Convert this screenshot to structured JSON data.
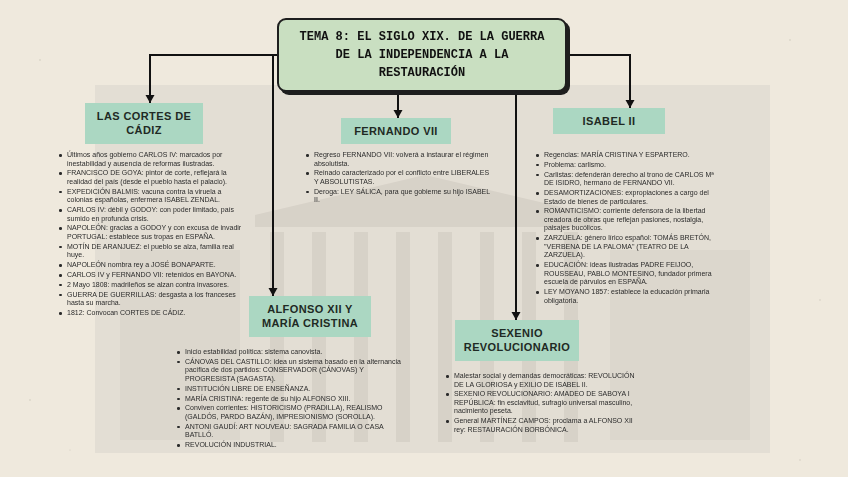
{
  "diagram": {
    "nodes": [
      {
        "text": [
          "TEMA 8: EL SIGLO XIX. DE LA GUERRA DE LA INDEPENDENCIA A LA RESTAURACIÓN"
        ]
      },
      {
        "text": [
          "LAS CORTES DE CÁDIZ"
        ]
      },
      {
        "text": [
          "FERNANDO VII"
        ]
      },
      {
        "text": [
          "ISABEL II"
        ]
      },
      {
        "text": [
          "ALFONSO XII Y MARÍA CRISTINA"
        ]
      },
      {
        "text": [
          "SEXENIO REVOLUCIONARIO"
        ]
      }
    ],
    "edges": [
      {
        "from": 0,
        "to": 1,
        "arrow": "to"
      },
      {
        "from": 0,
        "to": 2,
        "arrow": "to"
      },
      {
        "from": 0,
        "to": 3,
        "arrow": "to"
      },
      {
        "from": 0,
        "to": 4,
        "arrow": "to"
      },
      {
        "from": 0,
        "to": 5,
        "arrow": "to"
      }
    ],
    "labels": [
      "Últimos años gobierno CARLOS IV: marcados por inestabilidad y ausencia de reformas ilustradas.",
      "FRANCISCO DE GOYA: pintor de corte, reflejará la realidad del país (desde el pueblo hasta el palacio).",
      "EXPEDICIÓN BALMIS: vacuna contra la viruela a colonias españolas, enfermera ISABEL ZENDAL.",
      "CARLOS IV: débil y GODOY: con poder limitado, país sumido en profunda crisis.",
      "NAPOLEÓN: gracias a GODOY y con excusa de invadir PORTUGAL: establece sus tropas en ESPAÑA.",
      "MOTÍN DE ARANJUEZ: el pueblo se alza, familia real huye.",
      "NAPOLEÓN nombra rey a JOSÉ BONAPARTE.",
      "CARLOS IV y FERNANDO VII: retenidos en BAYONA.",
      "2 Mayo 1808: madrileños se alzan contra invasores.",
      "GUERRA DE GUERRILLAS: desgasta a los franceses hasta su marcha.",
      "1812: Convocan CORTES DE CÁDIZ.",
      "Regreso FERNANDO VII: volverá a instaurar el régimen absolutista.",
      "Reinado caracterizado por el conflicto entre LIBERALES Y ABSOLUTISTAS.",
      "Deroga: LEY SÁLICA, para que gobierne su hijo ISABEL II.",
      "Regencias: MARÍA CRISTINA Y ESPARTERO.",
      "Problema: carlismo.",
      "Carlistas: defenderán derecho al trono de CARLOS Mª DE ISIDRO, hermano de FERNANDO VII.",
      "DESAMORTIZACIONES: expropiaciones a cargo del Estado de bienes de particulares.",
      "ROMANTICISMO: corriente defensora de la libertad creadora de obras que reflejan pasiones, nostalgia, paisajes bucólicos.",
      "ZARZUELA: género lírico español: TOMÁS BRETÓN, \"VERBENA DE LA PALOMA\" (TEATRO DE LA ZARZUELA).",
      "EDUCACIÓN: ideas ilustradas PADRE FEIJOO, ROUSSEAU, PABLO MONTESINO, fundador primera escuela de párvulos en ESPAÑA.",
      "LEY MOYANO 1857: establece la educación primaria obligatoria.",
      "Inicio estabilidad política: sistema canovista.",
      "CÁNOVAS DEL CASTILLO: idea un sistema basado en la alternancia pacífica de dos partidos: CONSERVADOR (CÁNOVAS) Y PROGRESISTA (SAGASTA).",
      "INSTITUCIÓN LIBRE DE ENSEÑANZA.",
      "MARÍA CRISTINA: regente de su hijo ALFONSO XIII.",
      "Conviven corrientes: HISTORICISMO (PRADILLA), REALISMO (GALDÓS, PARDO BAZÁN), IMPRESIONISMO (SOROLLA).",
      "ANTONI GAUDÍ: ART NOUVEAU: SAGRADA FAMILIA O CASA BATLLÓ.",
      "REVOLUCIÓN INDUSTRIAL.",
      "Malestar social y demandas democráticas: REVOLUCIÓN DE LA GLORIOSA y EXILIO DE ISABEL II.",
      "SEXENIO REVOLUCIONARIO: AMADEO DE SABOYA I REPÚBLICA: fin esclavitud, sufragio universal masculino, nacimiento peseta.",
      "General MARTÍNEZ CAMPOS: proclama a ALFONSO XII rey: RESTAURACIÓN BORBÓNICA."
    ]
  }
}
